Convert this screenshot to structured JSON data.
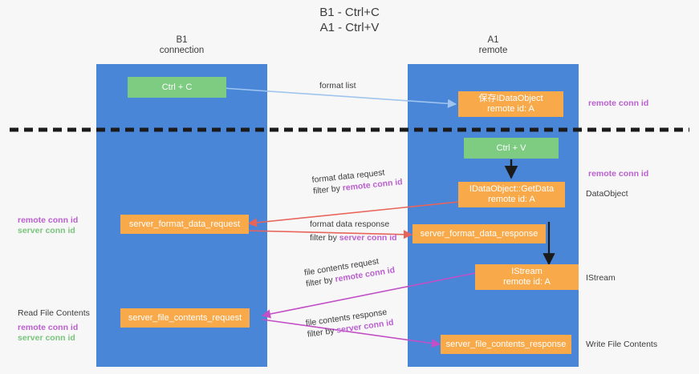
{
  "title": {
    "line1": "B1 - Ctrl+C",
    "line2": "A1 - Ctrl+V"
  },
  "lanes": [
    {
      "id": "b1",
      "name": "B1",
      "role": "connection",
      "color": "#4a86d8"
    },
    {
      "id": "a1",
      "name": "A1",
      "role": "remote",
      "color": "#4a86d8"
    }
  ],
  "colors": {
    "lane": "#4a86d8",
    "orange_box": "#f8a94a",
    "green_box": "#7ecb82",
    "purple_text": "#bb5fd0",
    "green_text": "#79c47c",
    "divider": "#1b1b1b",
    "arrow_blue": "#9fc5ef",
    "arrow_red": "#e8645a",
    "arrow_magenta": "#c24fc6",
    "arrow_dark": "#1b1b1b"
  },
  "boxes": {
    "ctrl_c": {
      "label": "Ctrl + C",
      "kind": "green"
    },
    "ctrl_v": {
      "label": "Ctrl + V",
      "kind": "green"
    },
    "save_idataobject": {
      "line1": "保存IDataObject",
      "line2": "remote id: A",
      "kind": "orange"
    },
    "idataobject_getdata": {
      "line1": "IDataObject::GetData",
      "line2": "remote id: A",
      "kind": "orange"
    },
    "server_format_data_request": {
      "label": "server_format_data_request",
      "kind": "orange"
    },
    "server_format_data_response": {
      "label": "server_format_data_response",
      "kind": "orange"
    },
    "istream": {
      "line1": "IStream",
      "line2": "remote id: A",
      "kind": "orange"
    },
    "server_file_contents_request": {
      "label": "server_file_contents_request",
      "kind": "orange"
    },
    "server_file_contents_response": {
      "label": "server_file_contents_response",
      "kind": "orange"
    }
  },
  "edge_labels": {
    "format_list": {
      "text": "format list"
    },
    "format_data_request": {
      "line1": "format data request",
      "line2_prefix": "filter by ",
      "line2_key": "remote conn id"
    },
    "format_data_response": {
      "line1": "format data response",
      "line2_prefix": "filter by ",
      "line2_key": "server conn id"
    },
    "file_contents_request": {
      "line1": "file contents request",
      "line2_prefix": "filter by ",
      "line2_key": "remote conn id"
    },
    "file_contents_response": {
      "line1": "file contents response",
      "line2_prefix": "filter by ",
      "line2_key": "server conn id"
    }
  },
  "annotations": {
    "right_top_remote_conn_id": "remote conn id",
    "right_mid_remote_conn_id": "remote conn id",
    "right_dataobject": "DataObject",
    "right_istream": "IStream",
    "right_write_file_contents": "Write File Contents",
    "left_remote_conn_id": "remote conn id",
    "left_server_conn_id": "server conn id",
    "left_read_file_contents": "Read File Contents",
    "left_bottom_remote_conn_id": "remote conn id",
    "left_bottom_server_conn_id": "server conn id"
  }
}
